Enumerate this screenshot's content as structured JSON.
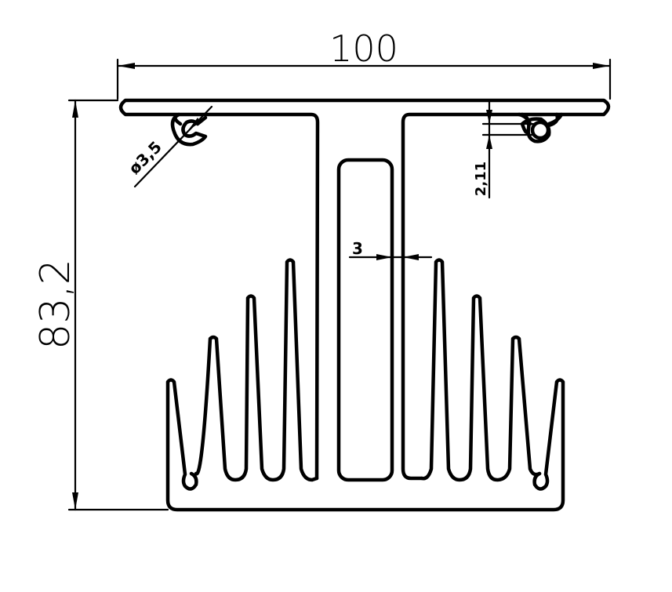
{
  "drawing": {
    "dimensions": {
      "width": "100",
      "height": "83,2",
      "hole_diameter": "ø3,5",
      "slot_thickness": "2,11",
      "wall_thickness": "3"
    },
    "colors": {
      "line": "#000000",
      "background": "#ffffff"
    }
  }
}
